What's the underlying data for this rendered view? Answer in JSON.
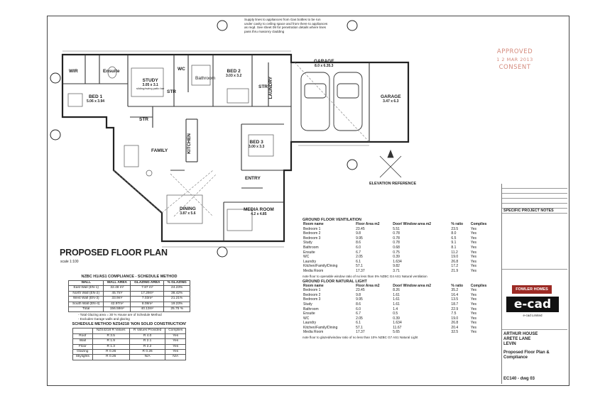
{
  "drawing": {
    "title": "PROPOSED FLOOR PLAN",
    "scale": "scale 1:100",
    "note": "Supply lines to appliances from Gas bottles to be run under cavity to ceiling space and from there to appliances as reqd. See sheet 09 for penetration details where lines pass thru masonry cladding",
    "elevation_reference": "ELEVATION REFERENCE"
  },
  "rooms": {
    "wir": "WIR",
    "ensuite": "Ensuite",
    "study": "STUDY",
    "study_dim": "3.05 x 3.1",
    "study_sub": "sliding/swing patio bar",
    "wc": "WC",
    "bed2": "BED 2",
    "bed2_dim": "3.03 x 3.2",
    "bathroom": "Bathroom",
    "garage": "GARAGE",
    "garage_dim": "8.0 x 6.35.3",
    "garage2": "GARAGE",
    "garage2_dim": "3.47 x 6.3",
    "bed1": "BED 1",
    "bed1_dim": "5.06 x 3.94",
    "str1": "STR",
    "str2": "STR",
    "str3": "STR",
    "laundry": "LAUNDRY",
    "family": "FAMILY",
    "kitchen": "KITCHEN",
    "bed3": "BED 3",
    "bed3_dim": "3.00 x 3.3",
    "entry": "ENTRY",
    "dining": "DINING",
    "dining_dim": "3.87 x 5.6",
    "media": "MEDIA ROOM",
    "media_dim": "4.2 x 4.85"
  },
  "stamp": {
    "line1": "APPROVED",
    "line2": "1 2 MAR 2013",
    "line3": "CONSENT"
  },
  "ventilation": {
    "title": "GROUND FLOOR VENTILATION",
    "headers": [
      "Room name",
      "Floor Area m2",
      "Door/ Window area m2",
      "% ratio",
      "Complies"
    ],
    "rows": [
      [
        "Bedroom 1",
        "23.45",
        "5.51",
        "23.5",
        "Yes"
      ],
      [
        "Bedroom 2",
        "9.8",
        "0.78",
        "8.0",
        "Yes"
      ],
      [
        "Bedroom 3",
        "9.95",
        "0.78",
        "6.5",
        "Yes"
      ],
      [
        "Study",
        "8.6",
        "0.78",
        "9.1",
        "Yes"
      ],
      [
        "Bathroom",
        "6.0",
        "0.68",
        "8.1",
        "Yes"
      ],
      [
        "Ensuite",
        "6.7",
        "0.75",
        "11.2",
        "Yes"
      ],
      [
        "WC",
        "2.05",
        "0.39",
        "19.0",
        "Yes"
      ],
      [
        "Laundry",
        "6.1",
        "1.634",
        "26.8",
        "Yes"
      ],
      [
        "Kitchen/Family/Dining",
        "57.1",
        "9.82",
        "17.2",
        "Yes"
      ],
      [
        "Media Room",
        "17.37",
        "3.71",
        "21.9",
        "Yes"
      ]
    ],
    "note": "note floor to openable window ratio of no less than 5% NZBC G4 AS1 Natural ventilation"
  },
  "natural_light": {
    "title": "GROUND FLOOR NATURAL LIGHT",
    "headers": [
      "Room name",
      "Floor Area m2",
      "Door/ Window area m2",
      "% ratio",
      "Complies"
    ],
    "rows": [
      [
        "Bedroom 1",
        "23.45",
        "8.26",
        "35.2",
        "Yes"
      ],
      [
        "Bedroom 2",
        "9.8",
        "1.61",
        "16.4",
        "Yes"
      ],
      [
        "Bedroom 3",
        "9.95",
        "1.61",
        "13.5",
        "Yes"
      ],
      [
        "Study",
        "8.6",
        "1.61",
        "18.7",
        "Yes"
      ],
      [
        "Bathroom",
        "6.0",
        "1.4",
        "22.9",
        "Yes"
      ],
      [
        "Ensuite",
        "6.7",
        "0.5",
        "7.5",
        "Yes"
      ],
      [
        "WC",
        "2.05",
        "0.39",
        "19.0",
        "Yes"
      ],
      [
        "Laundry",
        "6.1",
        "1.634",
        "26.8",
        "Yes"
      ],
      [
        "Kitchen/Family/Dining",
        "57.1",
        "11.67",
        "20.4",
        "Yes"
      ],
      [
        "Media Room",
        "17.37",
        "5.65",
        "32.5",
        "Yes"
      ]
    ],
    "note": "note floor to glazed/window ratio of no less than 10% NZBC G7 AS1 Natural Light"
  },
  "nzbc": {
    "title": "NZBC H1/AS1 COMPLIANCE - SCHEDULE METHOD",
    "headers": [
      "WALL",
      "WALL AREA",
      "GLAZING AREA",
      "% GLAZING"
    ],
    "rows": [
      [
        "East Wall (EN-1)",
        "32.48 m²",
        "7.87 m²",
        "24.23%"
      ],
      [
        "North Wall (EN-2)",
        "45.7m²",
        "17.29m²",
        "38.42%"
      ],
      [
        "West Wall (EN-3)",
        "33.9m²",
        "7.03m²",
        "21.21%"
      ],
      [
        "South Wall (EN-4)",
        "42.97m²",
        "8.08m²",
        "19.23%"
      ],
      [
        "Total",
        "156.59m²",
        "40.13m²",
        "25.75 %"
      ]
    ],
    "notes": [
      "- Total Glazing area = 30 % House are of Schedule Method",
      "- Excludes Garage walls and glazing"
    ]
  },
  "schedule": {
    "title": "SCHEDULE METHOD NZS4218 'NON SOLID CONSTRUCTION'",
    "headers": [
      "",
      "NZS4218 R Values",
      "R Values Provided",
      "Complies"
    ],
    "rows": [
      [
        "Roof",
        "R 3.5",
        "R 4.0",
        "Yes"
      ],
      [
        "Wall",
        "R 1.9",
        "R 2.1",
        "Yes"
      ],
      [
        "Floor",
        "R 1.3",
        "R 2.2",
        "Yes"
      ],
      [
        "Glazing",
        "R 0.26",
        "R 0.26",
        "Yes"
      ],
      [
        "Skylights",
        "R 0.26",
        "N/A",
        "N/A"
      ]
    ]
  },
  "title_block": {
    "notes_title": "SPECIFIC PROJECT NOTES",
    "company_top": "FOWLER HOMES",
    "company": "e-cad",
    "company_sub": "e-cad Limited",
    "project": "ARTHUR HOUSE",
    "street": "ARETE LANE",
    "town": "LEVIN",
    "sheet_title": "Proposed Floor Plan & Compliance",
    "sheet_no": "EC140 - dwg 03"
  }
}
